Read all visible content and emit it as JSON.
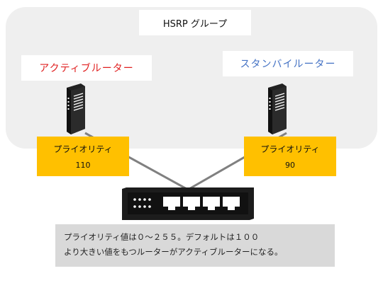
{
  "group": {
    "title": "HSRP グループ"
  },
  "active_router": {
    "label": "アクティブルーター",
    "label_color": "#e02020",
    "priority_label": "プライオリティ",
    "priority_value": "110",
    "icon": "server-icon"
  },
  "standby_router": {
    "label": "スタンバイルーター",
    "label_color": "#4472c4",
    "priority_label": "プライオリティ",
    "priority_value": "90",
    "icon": "server-icon"
  },
  "switch": {
    "icon": "switch-icon"
  },
  "note": {
    "line1": "プライオリティ値は０～２５５。デフォルトは１００",
    "line2": "より大きい値をもつルーターがアクティブルーターになる。"
  },
  "colors": {
    "group_background": "#efefef",
    "priority_box": "#ffc000",
    "note_background": "#d9d9d9",
    "link_line": "#808080"
  }
}
